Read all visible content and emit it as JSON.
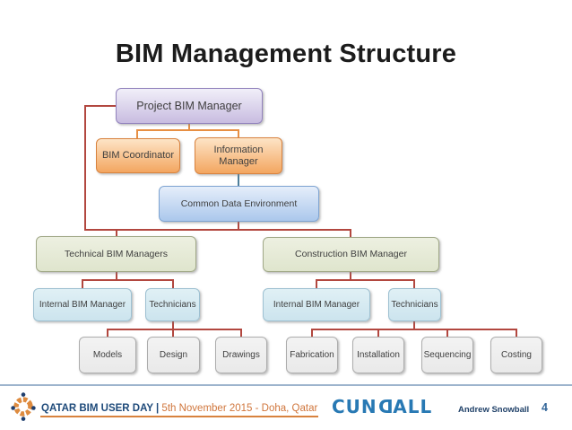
{
  "title": "BIM Management Structure",
  "org_chart": {
    "nodes": {
      "project": "Project BIM Manager",
      "bim_coordinator": "BIM Coordinator",
      "information_manager": "Information Manager",
      "cde": "Common Data Environment",
      "technical": "Technical BIM Managers",
      "construction": "Construction BIM Manager",
      "internal_left": "Internal BIM Manager",
      "technicians_left": "Technicians",
      "internal_right": "Internal BIM Manager",
      "technicians_right": "Technicians",
      "models": "Models",
      "design": "Design",
      "drawings": "Drawings",
      "fabrication": "Fabrication",
      "installation": "Installation",
      "sequencing": "Sequencing",
      "costing": "Costing"
    },
    "connector_colors": {
      "primary_red": "#b2473f",
      "secondary_orange": "#e78f43",
      "tertiary_teal": "#4e7f9b"
    },
    "node_fill_colors": {
      "purple": "#c8bce0",
      "orange": "#f3a660",
      "blue": "#abc8ec",
      "green": "#dfe5cd",
      "light_blue": "#cce4ee",
      "gray": "#e9e9e9"
    }
  },
  "footer": {
    "logo_icon": "qatar-bim-gear-icon",
    "event_name": "QATAR BIM USER DAY |",
    "event_details": " 5th November 2015 - Doha, Qatar",
    "cundall": {
      "pre": "CUN",
      "reversed_d": "D",
      "post": "ALL"
    },
    "presenter": "Andrew Snowball",
    "page_number": "4",
    "colors": {
      "divider_blue": "#9db4cd",
      "event_navy": "#1e4a7a",
      "event_orange": "#d0763c",
      "cundall_blue": "#2879b4"
    }
  }
}
